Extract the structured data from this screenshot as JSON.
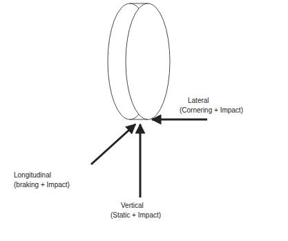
{
  "diagram": {
    "labels": [
      "Lateral",
      "(Cornering + Impact)",
      "Longitudinal",
      "(braking + Impact)",
      "Vertical",
      "(Static + Impact)"
    ]
  }
}
